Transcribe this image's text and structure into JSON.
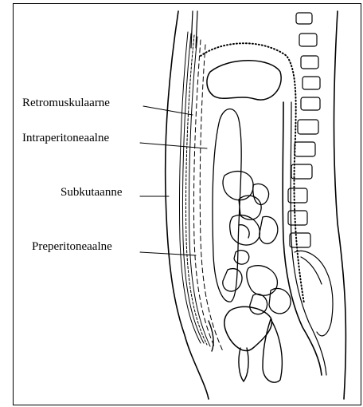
{
  "labels": {
    "retromuscular": "Retromuskulaarne",
    "intraperitoneal": "Intraperitoneaalne",
    "subcutaneous": "Subkutaanne",
    "preperitoneal": "Preperitoneaalne"
  },
  "colors": {
    "ink": "#000000",
    "background": "#ffffff"
  }
}
